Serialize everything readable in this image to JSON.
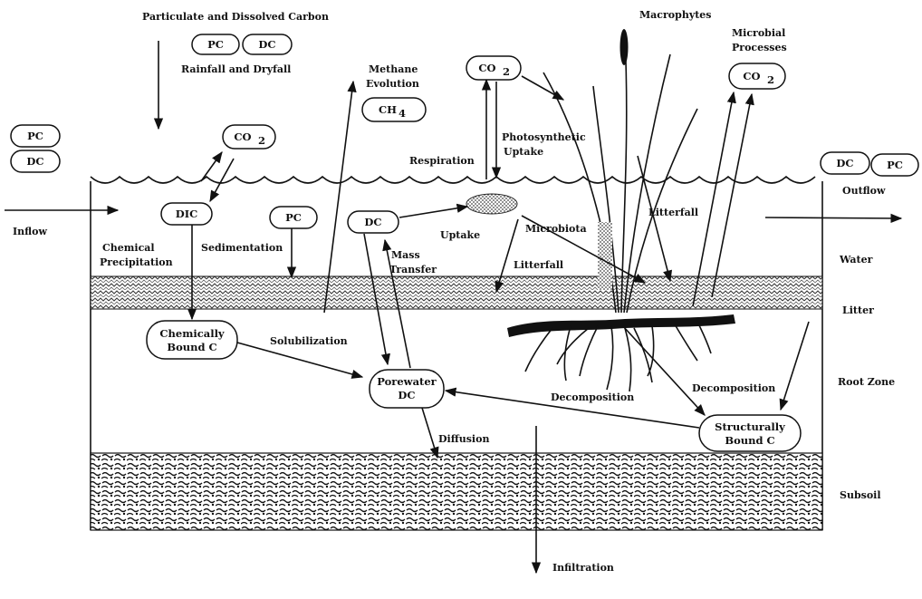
{
  "colors": {
    "ink": "#111111",
    "paper": "#ffffff",
    "gray": "#888888"
  },
  "boxes": {
    "pc_top": "PC",
    "dc_top": "DC",
    "co2_top": "CO",
    "co2_top_sub": "2",
    "ch4": "CH",
    "ch4_sub": "4",
    "pc_in": "PC",
    "dc_in": "DC",
    "co2_left": "CO",
    "co2_left_sub": "2",
    "dic": "DIC",
    "pc_mid": "PC",
    "dc_mid": "DC",
    "co2_right": "CO",
    "co2_right_sub": "2",
    "dc_out": "DC",
    "pc_out": "PC",
    "chem_bound_1": "Chemically",
    "chem_bound_2": "Bound C",
    "porewater_1": "Porewater",
    "porewater_2": "DC",
    "struct_bound_1": "Structurally",
    "struct_bound_2": "Bound C"
  },
  "labels": {
    "particulate": "Particulate and Dissolved Carbon",
    "rainfall": "Rainfall and Dryfall",
    "methane_1": "Methane",
    "methane_2": "Evolution",
    "macrophytes": "Macrophytes",
    "microbial_1": "Microbial",
    "microbial_2": "Processes",
    "respiration": "Respiration",
    "photo_1": "Photosynthetic",
    "photo_2": "Uptake",
    "outflow": "Outflow",
    "inflow": "Inflow",
    "chem_precip_1": "Chemical",
    "chem_precip_2": "Precipitation",
    "sedimentation": "Sedimentation",
    "uptake": "Uptake",
    "microbiota": "Microbiota",
    "mass_1": "Mass",
    "mass_2": "Transfer",
    "litterfall_1": "Litterfall",
    "litterfall_2": "Litterfall",
    "water": "Water",
    "litter": "Litter",
    "root_zone": "Root Zone",
    "subsoil": "Subsoil",
    "solubilization": "Solubilization",
    "decomp_1": "Decomposition",
    "decomp_2": "Decomposition",
    "diffusion": "Diffusion",
    "infiltration": "Infiltration"
  }
}
